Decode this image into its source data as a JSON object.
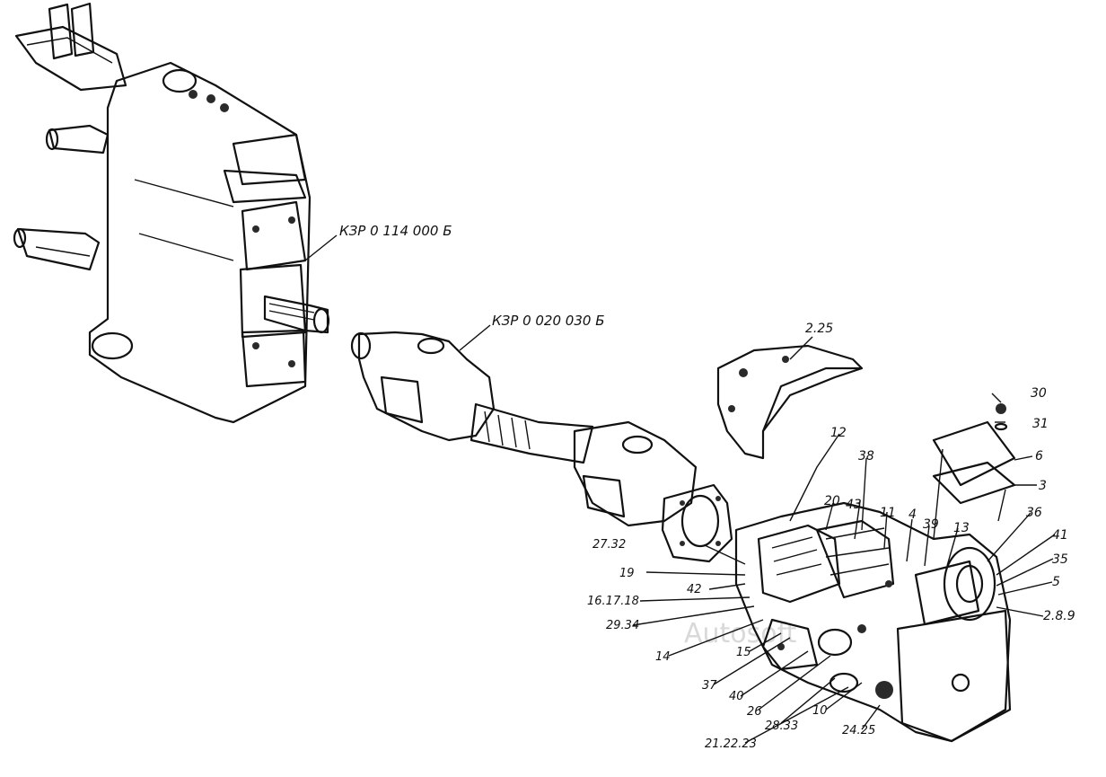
{
  "watermark": "Autosoft",
  "assemblies": {
    "gearbox": "КЗР 0 114 000 Б",
    "cardan_shaft": "КЗР 0 020 030 Б"
  },
  "callouts": [
    "2.25",
    "12",
    "38",
    "30",
    "31",
    "6",
    "3",
    "13",
    "36",
    "41",
    "35",
    "5",
    "2.8.9",
    "39",
    "4",
    "11",
    "43",
    "20",
    "27.32",
    "19",
    "42",
    "16.17.18",
    "29.34",
    "14",
    "15",
    "37",
    "40",
    "26",
    "28.33",
    "10",
    "21.22.23",
    "24.25"
  ]
}
